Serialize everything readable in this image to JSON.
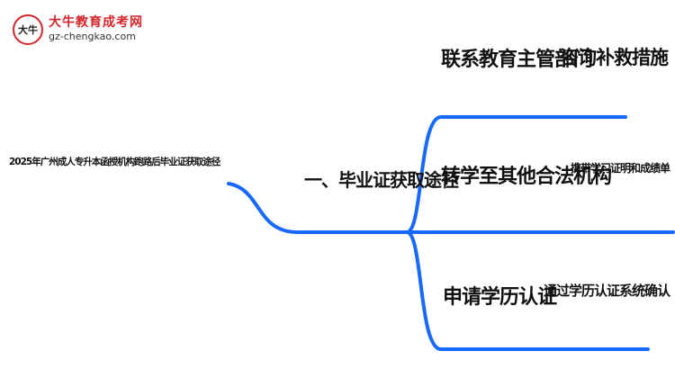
{
  "logo": {
    "badge_icon": "cow-mascot-icon",
    "title": "大牛教育成考网",
    "url": "gz-chengkao.com"
  },
  "mindmap": {
    "root": "2025年广州成人专升本函授机构跑路后毕业证获取途径",
    "branch": "一、毕业证获取途径",
    "leaves": [
      {
        "label": "联系教育主管部门",
        "detail": "咨询补救措施"
      },
      {
        "label": "转学至其他合法机构",
        "detail": "携带学习证明和成绩单"
      },
      {
        "label": "申请学历认证",
        "detail": "通过学历认证系统确认"
      }
    ]
  },
  "colors": {
    "edge": "#1769ff",
    "text": "#111111",
    "logo_red": "#d6262a"
  }
}
